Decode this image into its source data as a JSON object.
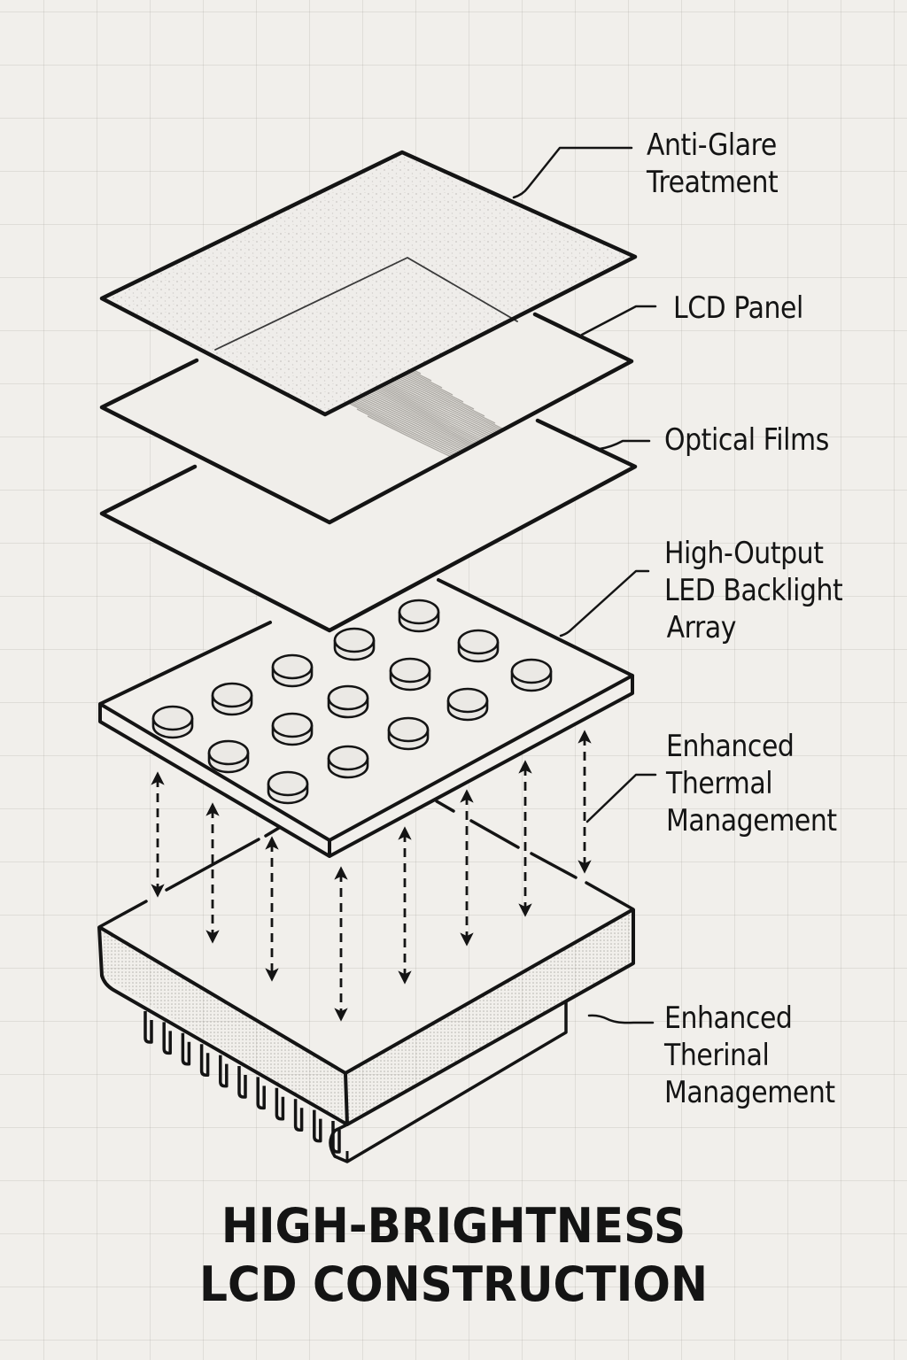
{
  "diagram": {
    "title": {
      "line1": "HIGH-BRIGHTNESS",
      "line2": "LCD CONSTRUCTION"
    },
    "layers": [
      {
        "id": "anti-glare",
        "order_top_to_bottom": 1,
        "label_lines": [
          "Anti-Glare",
          "Treatment"
        ],
        "texture": "stippled"
      },
      {
        "id": "lcd-panel",
        "order_top_to_bottom": 2,
        "label_lines": [
          "LCD Panel"
        ],
        "texture": "wavy-lines"
      },
      {
        "id": "optical-films",
        "order_top_to_bottom": 3,
        "label_lines": [
          "Optical Films"
        ],
        "texture": "plain"
      },
      {
        "id": "led-backlight",
        "order_top_to_bottom": 4,
        "label_lines": [
          "High-Output",
          "LED Backlight",
          "Array"
        ],
        "led_count": 15,
        "texture": "plain"
      },
      {
        "id": "thermal-interface",
        "order_top_to_bottom": 5,
        "label_lines": [
          "Enhanced",
          "Thermal",
          "Management"
        ],
        "arrow_count": 8,
        "arrow_style": "dashed-double-headed"
      },
      {
        "id": "heat-sink",
        "order_top_to_bottom": 6,
        "label_lines": [
          "Enhanced",
          "Therinal",
          "Management"
        ],
        "fin_count": 11,
        "texture": "dotted-sides"
      }
    ],
    "colors": {
      "background": "#f1efeb",
      "grid": "#dedad5",
      "ink": "#141414",
      "texture": "#9a9792",
      "led_fill": "#e9e7e3"
    }
  }
}
